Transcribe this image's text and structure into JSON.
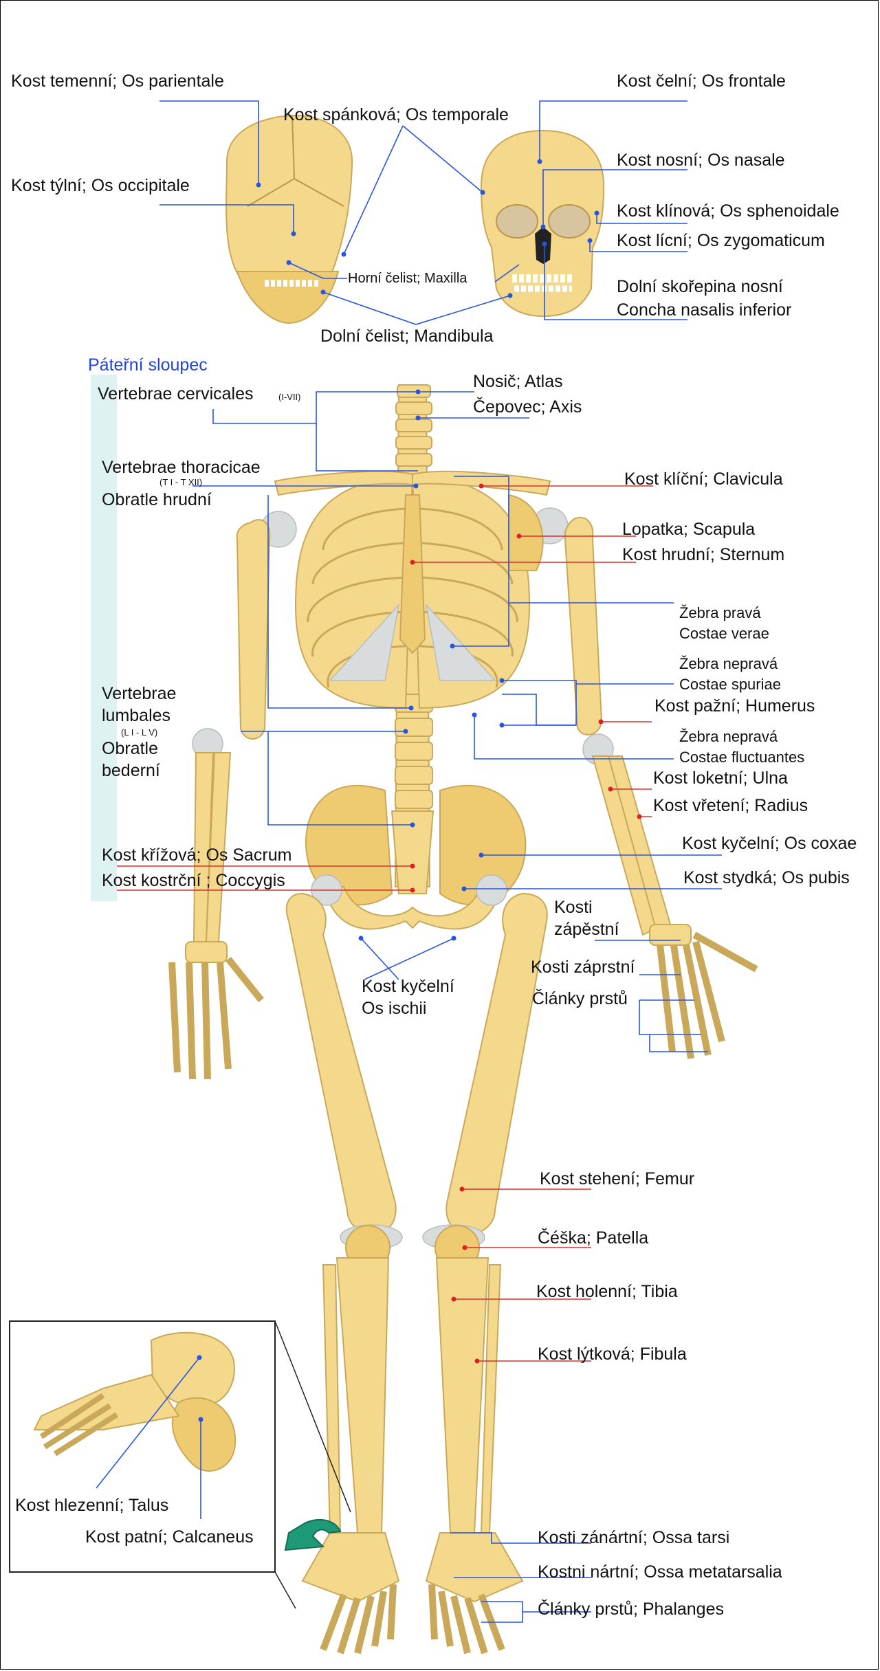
{
  "labels": {
    "parietale": "Kost temenní; Os parientale",
    "frontale": "Kost čelní; Os frontale",
    "temporale": "Kost spánková; Os temporale",
    "nasale": "Kost nosní; Os nasale",
    "occipitale": "Kost týlní; Os occipitale",
    "sphenoidale": "Kost klínová; Os sphenoidale",
    "zygomaticum": "Kost lícní; Os zygomaticum",
    "maxilla": "Horní čelist; Maxilla",
    "concha_1": "Dolní skořepina nosní",
    "concha_2": "Concha nasalis inferior",
    "mandibula": "Dolní čelist; Mandibula",
    "spine_title": "Páteřní sloupec",
    "cervicales": "Vertebrae cervicales",
    "cervicales_range": "(I-VII)",
    "atlas": "Nosič; Atlas",
    "axis": "Čepovec; Axis",
    "thoracicae": "Vertebrae thoracicae",
    "thoracicae_range": "(T I - T XII)",
    "thoracicae_cz": "Obratle hrudní",
    "clavicula": "Kost klíční; Clavicula",
    "scapula": "Lopatka; Scapula",
    "sternum": "Kost hrudní; Sternum",
    "verae_1": "Žebra pravá",
    "verae_2": "Costae verae",
    "spuriae_1": "Žebra nepravá",
    "spuriae_2": "Costae spuriae",
    "humerus": "Kost pažní; Humerus",
    "fluct_1": "Žebra nepravá",
    "fluct_2": "Costae fluctuantes",
    "lumbales_1": "Vertebrae",
    "lumbales_2": "lumbales",
    "lumbales_range": "(L I - L V)",
    "lumbales_cz_1": "Obratle",
    "lumbales_cz_2": "bederní",
    "ulna": "Kost loketní; Ulna",
    "radius": "Kost vřetení; Radius",
    "coxae": "Kost kyčelní; Os coxae",
    "sacrum": "Kost křížová; Os Sacrum",
    "pubis": "Kost stydká; Os pubis",
    "coccygis": "Kost kostrční ; Coccygis",
    "carpus_1": "Kosti",
    "carpus_2": "zápěstní",
    "metacarpus": "Kosti záprstní",
    "phalanges_hand": "Články prstů",
    "ischii_1": "Kost kyčelní",
    "ischii_2": "Os ischii",
    "femur": "Kost stehení; Femur",
    "patella": "Čéška; Patella",
    "tibia": "Kost holenní; Tibia",
    "fibula": "Kost lýtková; Fibula",
    "talus": "Kost hlezenní; Talus",
    "calcaneus": "Kost patní; Calcaneus",
    "tarsi": "Kosti zánártní; Ossa tarsi",
    "metatarsalia": "Kostni nártní; Ossa metatarsalia",
    "phalanges_foot": "Články prstů; Phalanges"
  },
  "colors": {
    "bone": "#f4d98c",
    "bone_dark": "#eecb70",
    "cartilage": "#d8dcdc",
    "leader_blue": "#2855e0",
    "leader_red": "#d83030",
    "spine_band": "#dff2f2",
    "inset_arrow": "#1e9a78"
  }
}
